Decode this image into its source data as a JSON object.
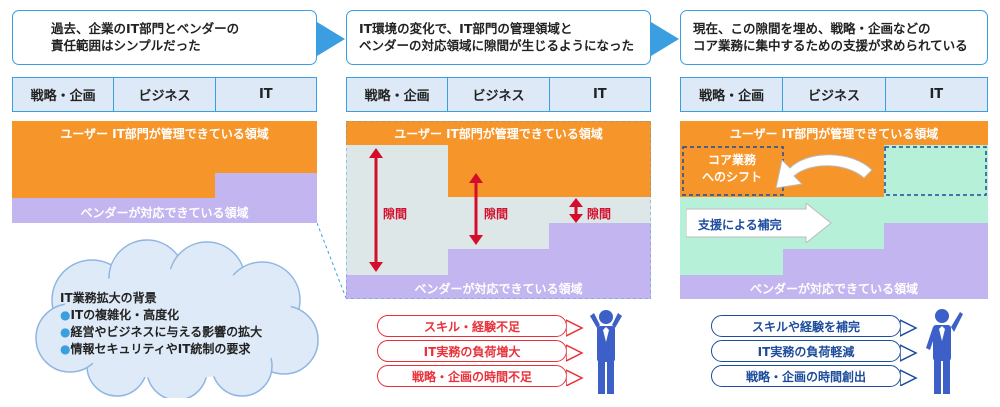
{
  "callouts": [
    {
      "line1": "過去、企業のIT部門とベンダーの",
      "line2": "責任範囲はシンプルだった"
    },
    {
      "line1": "IT環境の変化で、IT部門の管理領域と",
      "line2": "ベンダーの対応領域に隙間が生じるようになった"
    },
    {
      "line1": "現在、この隙間を埋め、戦略・企画などの",
      "line2": "コア業務に集中するための支援が求められている"
    }
  ],
  "headers": [
    "戦略・企画",
    "ビジネス",
    "IT"
  ],
  "user_area_label": "ユーザー IT部門が管理できている領域",
  "vendor_area_label": "ベンダーが対応できている領域",
  "gap_label": "隙間",
  "core_shift_label": {
    "line1": "コア業務",
    "line2": "へのシフト"
  },
  "support_label": "支援による補完",
  "background": {
    "title": "IT業務拡大の背景",
    "items": [
      "ITの複雑化・高度化",
      "経営やビジネスに与える影響の拡大",
      "情報セキュリティやIT統制の要求"
    ]
  },
  "problems": [
    "スキル・経験不足",
    "IT実務の負荷増大",
    "戦略・企画の時間不足"
  ],
  "benefits": [
    "スキルや経験を補完",
    "IT実務の負荷軽減",
    "戦略・企画の時間創出"
  ],
  "colors": {
    "orange": "#f5952a",
    "purple": "#c3b5ef",
    "gap_gray": "#dde7e8",
    "mint": "#b6f0d8",
    "accent_blue": "#3a9ee0",
    "red": "#e8313a",
    "navy": "#1c4c9c",
    "person": "#3d5fc8"
  }
}
